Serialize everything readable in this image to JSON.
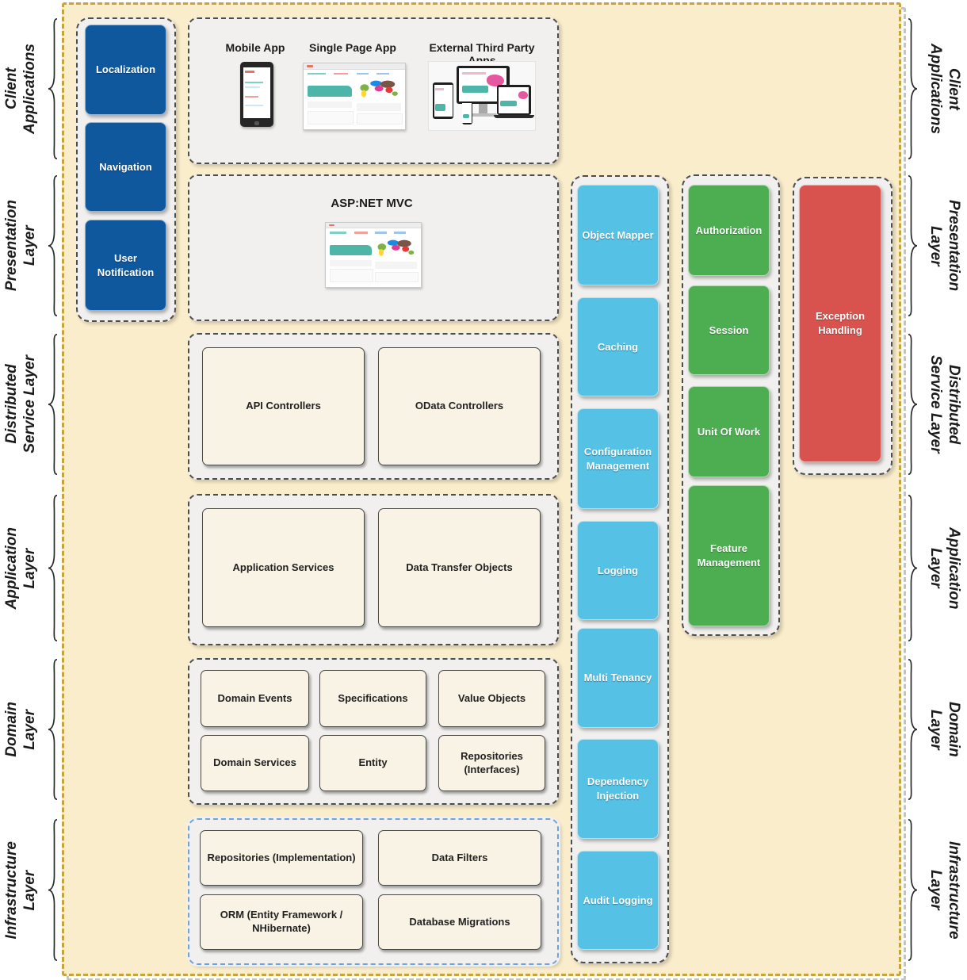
{
  "layers": [
    "Client\nApplications",
    "Presentation\nLayer",
    "Distributed\nService Layer",
    "Application\nLayer",
    "Domain\nLayer",
    "Infrastructure\nLayer"
  ],
  "client_features": [
    "Localization",
    "Navigation",
    "User\nNotification"
  ],
  "client_apps": [
    "Mobile App",
    "Single Page App",
    "External Third Party Apps"
  ],
  "presentation": {
    "title": "ASP:NET MVC"
  },
  "distributed_service": [
    "API Controllers",
    "OData Controllers"
  ],
  "application": [
    "Application Services",
    "Data Transfer Objects"
  ],
  "domain": [
    "Domain Events",
    "Specifications",
    "Value Objects",
    "Domain Services",
    "Entity",
    "Repositories\n(Interfaces)"
  ],
  "infrastructure": [
    "Repositories (Implementation)",
    "Data Filters",
    "ORM (Entity Framework /\nNHibernate)",
    "Database Migrations"
  ],
  "cross_cutting": [
    "Object Mapper",
    "Caching",
    "Configuration\nManagement",
    "Logging",
    "Multi Tenancy",
    "Dependency\nInjection",
    "Audit Logging"
  ],
  "aspects": [
    "Authorization",
    "Session",
    "Unit Of Work",
    "Feature\nManagement"
  ],
  "exception": [
    "Exception\nHandling"
  ],
  "colors": {
    "background": "#FAEDCB",
    "border_gold": "#C8A43C",
    "feature_blue": "#10589E",
    "cross_cut_cyan": "#55C1E5",
    "aspect_green": "#4CAE51",
    "exception_red": "#D9534E"
  }
}
